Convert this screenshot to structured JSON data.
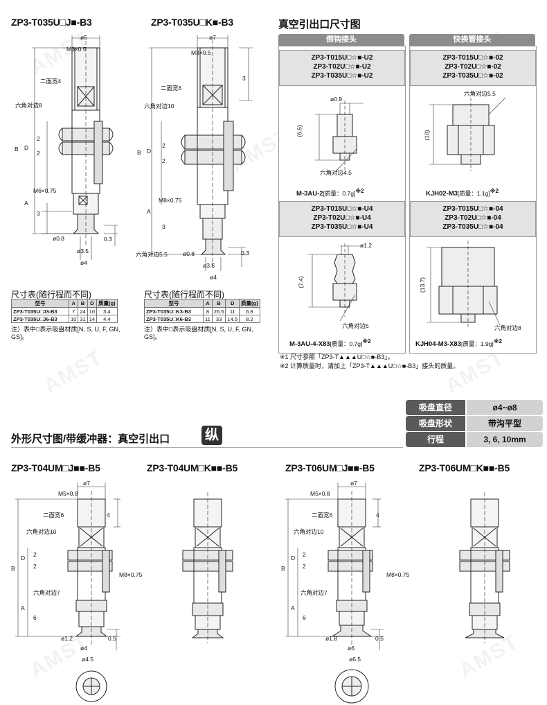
{
  "watermark": "AMST",
  "top": {
    "model_1": "ZP3-T035U□J■-B3",
    "model_2": "ZP3-T035U□K■-B3",
    "vacuum_title": "真空引出口尺寸图",
    "d1": {
      "phi5": "ø5",
      "m3": "M3×0.5",
      "two_face": "二面宽4",
      "hex8": "六角对边8",
      "B": "B",
      "D": "D",
      "n2a": "2",
      "n2b": "2",
      "m6": "M6×0.75",
      "A": "A",
      "n3": "3",
      "phi08": "ø0.8",
      "phi35": "ø3.5",
      "phi4": "ø4",
      "n03": "0.3"
    },
    "d2": {
      "phi7": "ø7",
      "m3": "M3×0.5",
      "two_face": "二面宽6",
      "hex10": "六角对边10",
      "n3": "3",
      "B": "B",
      "D": "D",
      "n2a": "2",
      "n2b": "2",
      "m8": "M8×0.75",
      "A": "A",
      "n3b": "3",
      "hex55": "六角对边5.5",
      "phi08": "ø0.8",
      "phi35": "ø3.5",
      "phi4": "ø4",
      "n03": "0.3"
    },
    "table1": {
      "title": "尺寸表(随行程而不同)",
      "headers": [
        "型号",
        "A",
        "B",
        "D",
        "质量(g)"
      ],
      "rows": [
        [
          "ZP3-T035U□J3-B3",
          "7",
          "24",
          "10",
          "3.4"
        ],
        [
          "ZP3-T035U□J6-B3",
          "10",
          "31",
          "14",
          "4.4"
        ]
      ],
      "note": "注）表中□表示吸盘材质[N, S, U, F, GN, GS]。"
    },
    "table2": {
      "title": "尺寸表(随行程而不同)",
      "headers": [
        "型号",
        "A",
        "B",
        "D",
        "质量(g)"
      ],
      "rows": [
        [
          "ZP3-T035U□K3-B3",
          "8",
          "26.5",
          "11",
          "6.8"
        ],
        [
          "ZP3-T035U□K6-B3",
          "11",
          "33",
          "14.5",
          "8.2"
        ]
      ],
      "note": "注）表中□表示吸盘材质[N, S, U, F, GN, GS]。"
    },
    "panel_left": {
      "header": "倒钩接头",
      "box1": [
        "ZP3-T015U□☆■-U2",
        "ZP3-T02U□☆■-U2",
        "ZP3-T035U□☆■-U2"
      ],
      "d1": {
        "phi09": "ø0.9",
        "n65": "(6.5)",
        "hex45": "六角对边4.5"
      },
      "cap1_name": "M-3AU-2",
      "cap1_weight": "[质量：0.7g]",
      "cap1_mark": "※2",
      "box2": [
        "ZP3-T015U□☆■-U4",
        "ZP3-T02U□☆■-U4",
        "ZP3-T035U□☆■-U4"
      ],
      "d2": {
        "phi12": "ø1.2",
        "n74": "(7.4)",
        "hex5": "六角对边5"
      },
      "cap2_name": "M-3AU-4-X83",
      "cap2_weight": "[质量：0.7g]",
      "cap2_mark": "※2"
    },
    "panel_right": {
      "header": "快换管接头",
      "box1": [
        "ZP3-T015U□☆■-02",
        "ZP3-T02U□☆■-02",
        "ZP3-T035U□☆■-02"
      ],
      "d1": {
        "hex55": "六角对边5.5",
        "n10": "(10)"
      },
      "cap1_name": "KJH02-M3",
      "cap1_weight": "[质量：1.1g]",
      "cap1_mark": "※2",
      "box2": [
        "ZP3-T015U□☆■-04",
        "ZP3-T02U□☆■-04",
        "ZP3-T035U□☆■-04"
      ],
      "d2": {
        "n137": "(13.7)",
        "hex8": "六角对边8"
      },
      "cap2_name": "KJH04-M3-X83",
      "cap2_weight": "[质量：1.9g]",
      "cap2_mark": "※2"
    },
    "footnote1": "※1  尺寸参照「ZP3-T▲▲▲U□☆■-B3」。",
    "footnote2": "※2  计算质量时，请加上「ZP3-T▲▲▲U□☆■-B3」接头的质量。"
  },
  "spec": {
    "rows": [
      {
        "key": "吸盘直径",
        "value": "ø4~ø8"
      },
      {
        "key": "吸盘形状",
        "value": "带沟平型"
      },
      {
        "key": "行程",
        "value": "3, 6, 10mm"
      }
    ]
  },
  "bottom": {
    "section_title": "外形尺寸图/带缓冲器：真空引出口",
    "section_badge": "纵",
    "models": [
      "ZP3-T04UM□J■■-B5",
      "ZP3-T04UM□K■■-B5",
      "ZP3-T06UM□J■■-B5",
      "ZP3-T06UM□K■■-B5"
    ],
    "d1": {
      "phi7": "ø7",
      "m5": "M5×0.8",
      "n4": "4",
      "two_face": "二面宽6",
      "hex10": "六角对边10",
      "B": "B",
      "D": "D",
      "n2a": "2",
      "n2b": "2",
      "m8": "M8×0.75",
      "hex7": "六角对边7",
      "A": "A",
      "n6": "6",
      "phi12": "ø1.2",
      "phi4": "ø4",
      "phi45": "ø4.5",
      "n05": "0.5"
    },
    "d3": {
      "phi7": "ø7",
      "m5": "M5×0.8",
      "n4": "4",
      "two_face": "二面宽6",
      "hex10": "六角对边10",
      "B": "B",
      "D": "D",
      "n2a": "2",
      "n2b": "2",
      "m8": "M8×0.75",
      "hex7": "六角对边7",
      "A": "A",
      "n6": "6",
      "phi18": "ø1.8",
      "phi6": "ø6",
      "phi65": "ø6.5",
      "n05": "0.5"
    }
  }
}
